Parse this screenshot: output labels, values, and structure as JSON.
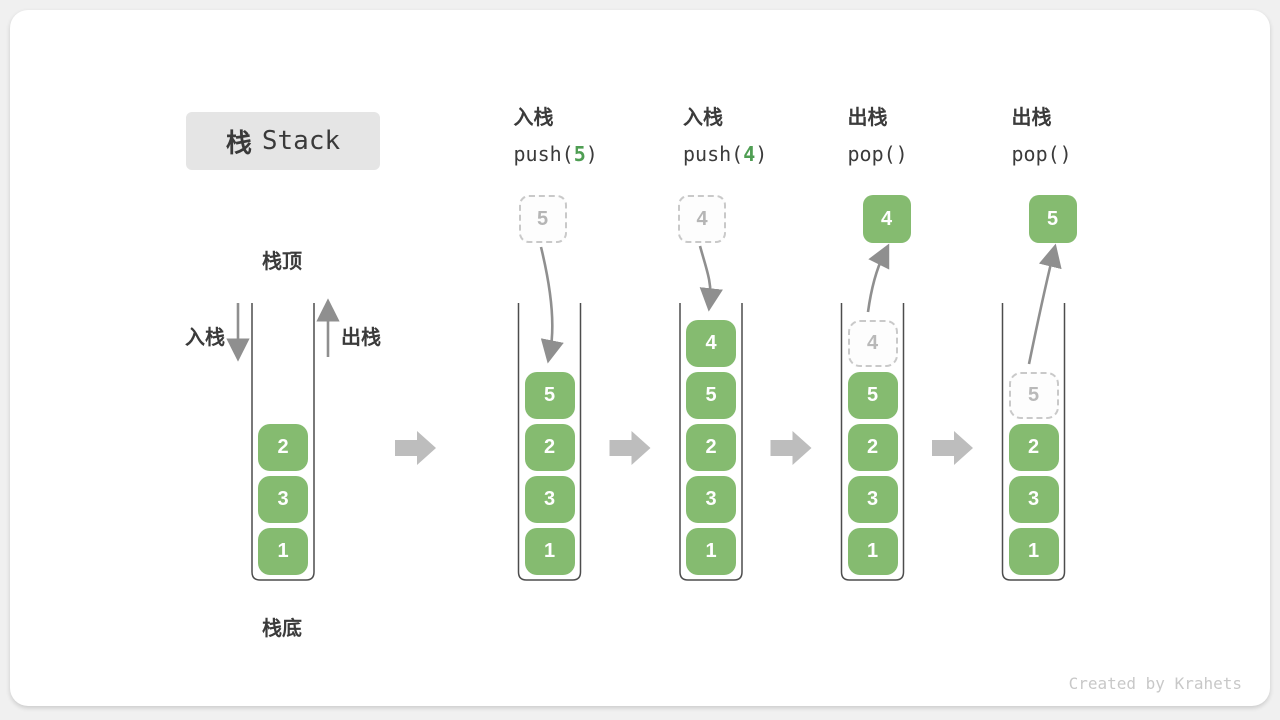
{
  "title": {
    "text_zh": "栈",
    "text_en": "Stack"
  },
  "stack_labels": {
    "top": "栈顶",
    "bottom": "栈底",
    "push_side": "入栈",
    "pop_side": "出栈"
  },
  "watermark": "Created by Krahets",
  "colors": {
    "block_green": "#85BB70",
    "block_text": "#ffffff",
    "code_arg_green": "#4f9e53",
    "ghost_border": "#c9c9c9",
    "ghost_text": "#b9b9b9",
    "curve_arrow": "#8f8f8f",
    "big_arrow": "#bdbdbd",
    "container_stroke": "#4d4d4d",
    "dark_text": "#3b3b3b",
    "title_bg": "#e5e5e5"
  },
  "stages": [
    {
      "blocks": [
        {
          "v": "2",
          "ghost": false
        },
        {
          "v": "3",
          "ghost": false
        },
        {
          "v": "1",
          "ghost": false
        }
      ]
    },
    {
      "op_label": "入栈",
      "op_pre": "push(",
      "op_arg": "5",
      "op_post": ")",
      "float": {
        "value": "5",
        "variant": "dashed"
      },
      "flow": "in",
      "blocks": [
        {
          "v": "5",
          "ghost": false
        },
        {
          "v": "2",
          "ghost": false
        },
        {
          "v": "3",
          "ghost": false
        },
        {
          "v": "1",
          "ghost": false
        }
      ]
    },
    {
      "op_label": "入栈",
      "op_pre": "push(",
      "op_arg": "4",
      "op_post": ")",
      "float": {
        "value": "4",
        "variant": "dashed"
      },
      "flow": "in",
      "blocks": [
        {
          "v": "4",
          "ghost": false
        },
        {
          "v": "5",
          "ghost": false
        },
        {
          "v": "2",
          "ghost": false
        },
        {
          "v": "3",
          "ghost": false
        },
        {
          "v": "1",
          "ghost": false
        }
      ]
    },
    {
      "op_label": "出栈",
      "op_pre": "pop(",
      "op_arg": "",
      "op_post": ")",
      "float": {
        "value": "4",
        "variant": "solid"
      },
      "flow": "out",
      "blocks": [
        {
          "v": "4",
          "ghost": true
        },
        {
          "v": "5",
          "ghost": false
        },
        {
          "v": "2",
          "ghost": false
        },
        {
          "v": "3",
          "ghost": false
        },
        {
          "v": "1",
          "ghost": false
        }
      ]
    },
    {
      "op_label": "出栈",
      "op_pre": "pop(",
      "op_arg": "",
      "op_post": ")",
      "float": {
        "value": "5",
        "variant": "solid"
      },
      "flow": "out",
      "blocks": [
        {
          "v": "5",
          "ghost": true
        },
        {
          "v": "2",
          "ghost": false
        },
        {
          "v": "3",
          "ghost": false
        },
        {
          "v": "1",
          "ghost": false
        }
      ]
    }
  ]
}
